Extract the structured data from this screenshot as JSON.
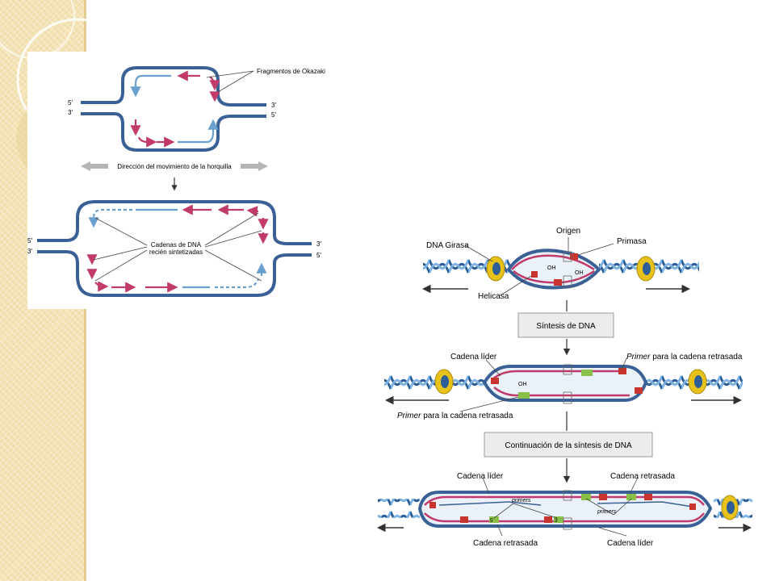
{
  "fig1": {
    "okazaki_label": "Fragmentos de Okazaki",
    "direction_label": "Dirección del movimiento de la horquilla",
    "new_strands_line1": "Cadenas de DNA",
    "new_strands_line2": "recién sintetizadas",
    "end_5": "5′",
    "end_3": "3′"
  },
  "fig2": {
    "origin": "Origen",
    "gyrase": "DNA Girasa",
    "primase": "Primasa",
    "helicase": "Helicasa",
    "oh": "OH",
    "step1": "Síntesis de DNA",
    "leading_1": "Cadena líder",
    "primer_label_italic": "Primer",
    "primer_label_rest": " para la cadena retrasada",
    "step2": "Continuación de la síntesis de DNA",
    "leading_2": "Cadena líder",
    "lagging_2": "Cadena retrasada",
    "primers": "primers",
    "lagging_3": "Cadena retrasada",
    "leading_3": "Cadena líder",
    "five_prime": "5′",
    "three_prime": "3′"
  },
  "colors": {
    "backbone": "#3a6196",
    "light_blue": "#6a9fd0",
    "magenta": "#c03a6a",
    "yellow": "#e6c21a",
    "green": "#8ac04a",
    "red": "#c8342e",
    "gray_arrow": "#b5b5b5",
    "sidebar": "#f3e3b5"
  }
}
